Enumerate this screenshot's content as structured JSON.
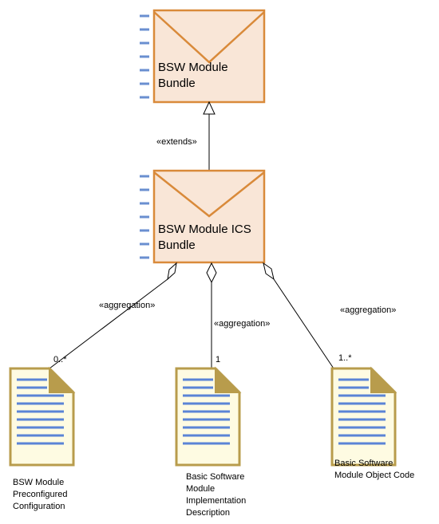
{
  "bundles": {
    "top": {
      "title_lines": [
        "BSW Module",
        "Bundle"
      ]
    },
    "ics": {
      "title_lines": [
        "BSW Module ICS",
        "Bundle"
      ]
    }
  },
  "relations": {
    "extends_label": "«extends»",
    "aggregation_left_label": "«aggregation»",
    "aggregation_mid_label": "«aggregation»",
    "aggregation_right_label": "«aggregation»",
    "mult_left": "0..*",
    "mult_mid": "1",
    "mult_right": "1..*"
  },
  "documents": [
    {
      "label_lines": [
        "BSW Module",
        "Preconfigured",
        "Configuration"
      ]
    },
    {
      "label_lines": [
        "Basic Software",
        "Module",
        "Implementation",
        "Description"
      ]
    },
    {
      "label_lines": [
        "Basic Software",
        "Module Object Code"
      ]
    }
  ],
  "colors": {
    "bundle_fill": "#f9e6d7",
    "bundle_stroke": "#d98a3a",
    "port_bar": "#6a8fd0",
    "doc_fill": "#fefbe2",
    "doc_stroke": "#b89c4c",
    "doc_line": "#5b84d6",
    "line": "#000000"
  }
}
